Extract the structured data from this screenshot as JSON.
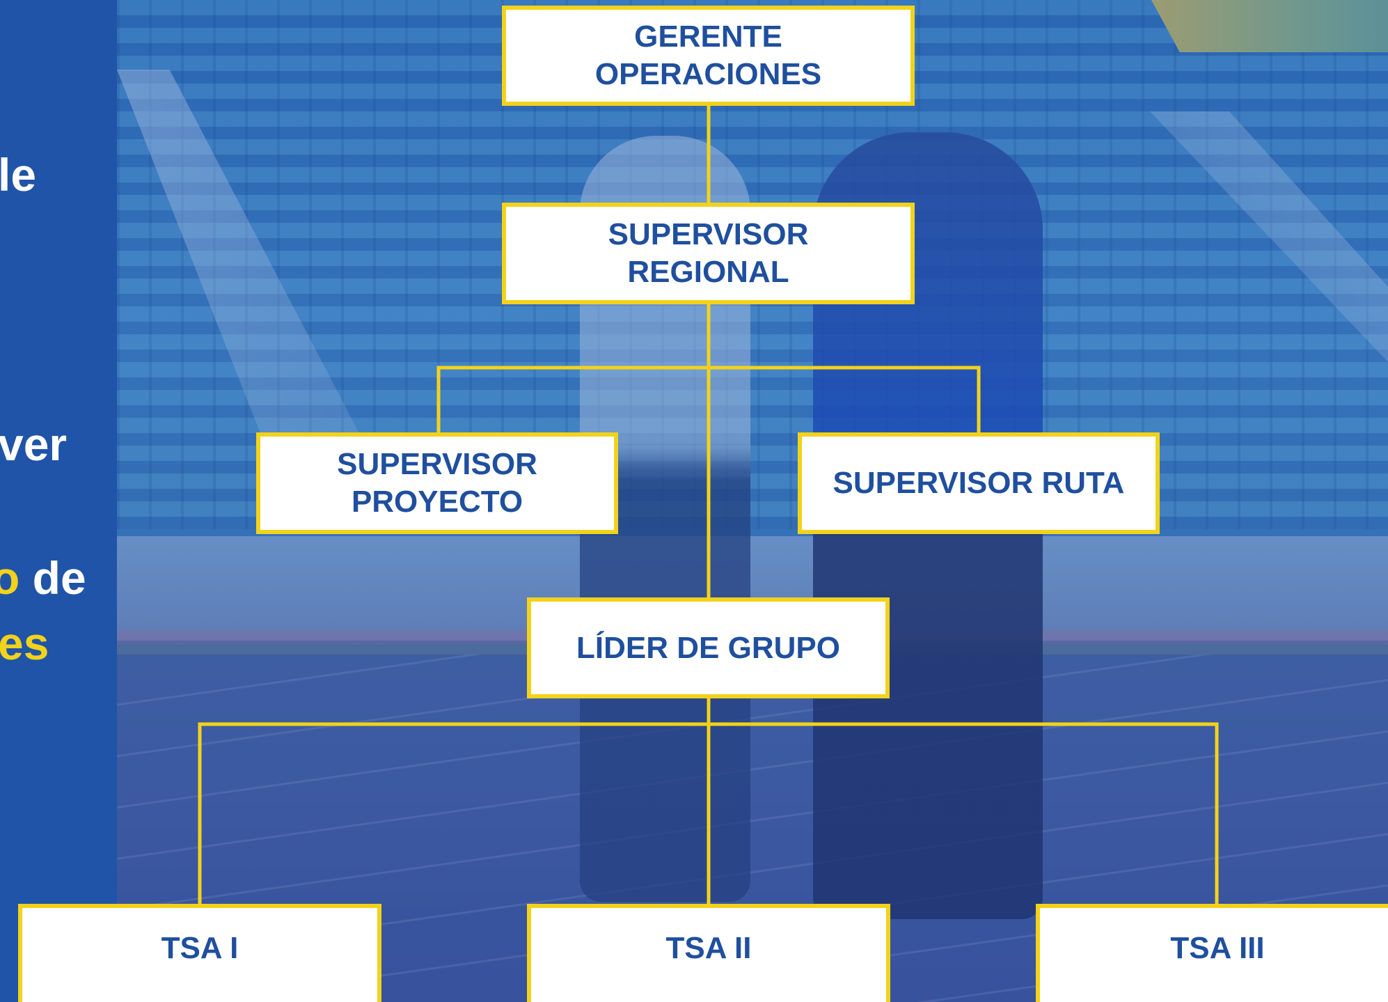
{
  "left_panel": {
    "fragments": [
      {
        "id": "frag-1",
        "parts": [
          {
            "text": "le",
            "color": "white"
          }
        ]
      },
      {
        "id": "frag-2",
        "parts": [
          {
            "text": "ver",
            "color": "white"
          }
        ]
      },
      {
        "id": "frag-3",
        "parts": [
          {
            "text": "o",
            "color": "yellow"
          },
          {
            "text": " de",
            "color": "white"
          }
        ]
      },
      {
        "id": "frag-4",
        "parts": [
          {
            "text": "es",
            "color": "yellow"
          }
        ]
      }
    ]
  },
  "org_chart": {
    "nodes": {
      "gerente": "GERENTE\nOPERACIONES",
      "supervisor_regional": "SUPERVISOR\nREGIONAL",
      "supervisor_proyecto": "SUPERVISOR\nPROYECTO",
      "supervisor_ruta": "SUPERVISOR RUTA",
      "lider_grupo": "LÍDER DE GRUPO",
      "tsa1": "TSA I",
      "tsa2": "TSA II",
      "tsa3": "TSA III"
    },
    "colors": {
      "node_border": "#f2d21b",
      "node_text": "#1f4f9e",
      "connector": "#f2d21b",
      "panel_bg": "#1f54a8"
    }
  }
}
